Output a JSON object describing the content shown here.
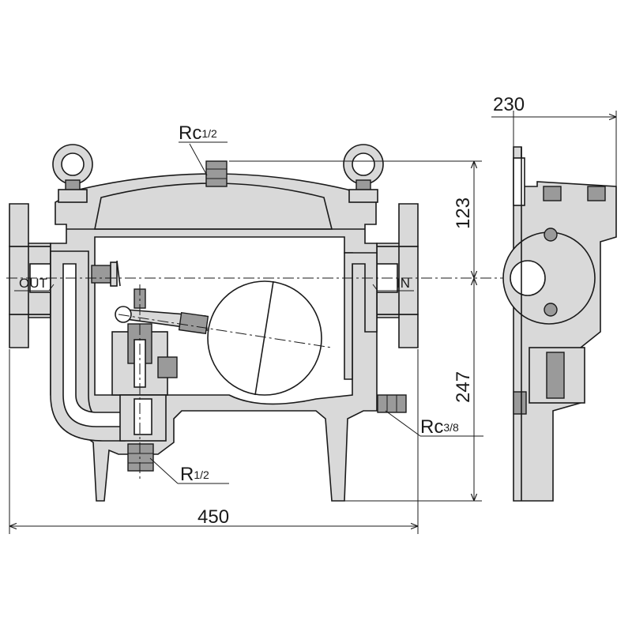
{
  "labels": {
    "top_tap": "Rc",
    "top_tap_frac": "1/2",
    "drain_tap": "Rc",
    "drain_tap_frac": "3/8",
    "bottom_plug": "R",
    "bottom_plug_frac": "1/2",
    "outlet": "OUT",
    "inlet": "IN"
  },
  "dimensions": {
    "overall_width": "450",
    "side_depth": "230",
    "upper_height": "123",
    "lower_height": "247"
  },
  "colors": {
    "line": "#1a1a1a",
    "body": "#d9d9d9",
    "cavity": "#ffffff"
  }
}
